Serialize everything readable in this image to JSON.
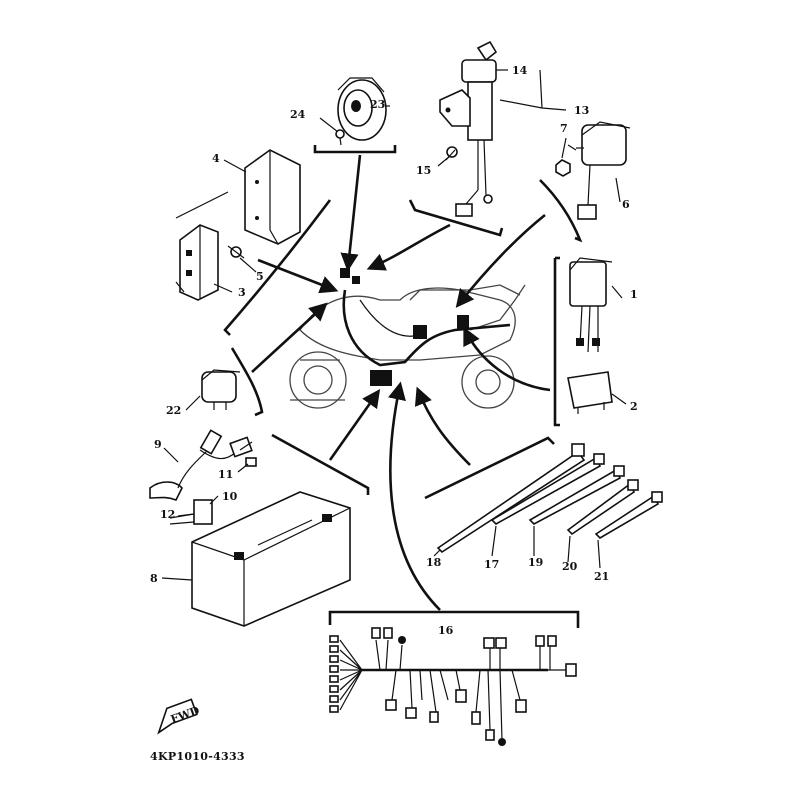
{
  "diagram": {
    "part_code": "4KP1010-4333",
    "fwd_label": "FWD",
    "callouts": {
      "c1": "1",
      "c2": "2",
      "c3": "3",
      "c4": "4",
      "c5": "5",
      "c6": "6",
      "c7": "7",
      "c8": "8",
      "c9": "9",
      "c10": "10",
      "c11": "11",
      "c12": "12",
      "c13": "13",
      "c14": "14",
      "c15": "15",
      "c16": "16",
      "c17": "17",
      "c18": "18",
      "c19": "19",
      "c20": "20",
      "c21": "21",
      "c22": "22",
      "c23": "23",
      "c24": "24"
    }
  }
}
